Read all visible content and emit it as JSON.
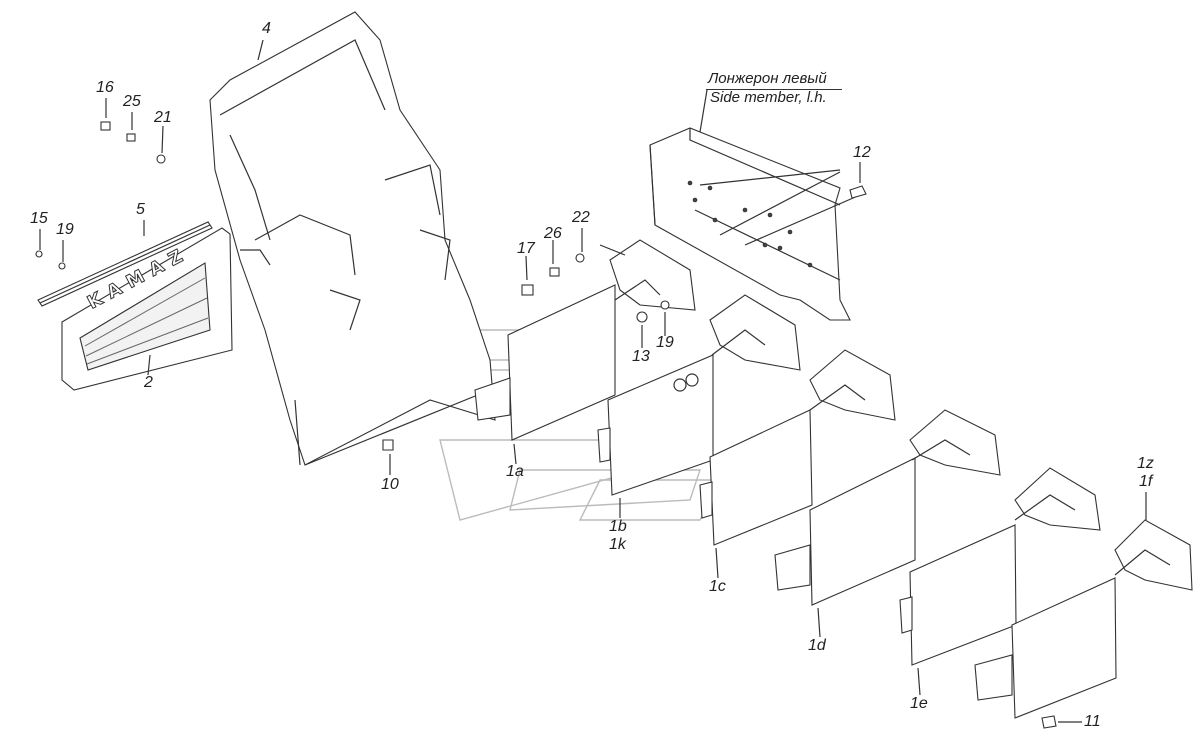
{
  "note": {
    "ru": "Лонжерон левый",
    "en": "Side member, l.h."
  },
  "labels": {
    "p4": "4",
    "p16": "16",
    "p25": "25",
    "p21": "21",
    "p15": "15",
    "p19a": "19",
    "p5": "5",
    "p2": "2",
    "p12": "12",
    "p22": "22",
    "p26": "26",
    "p17": "17",
    "p13": "13",
    "p19b": "19",
    "p10": "10",
    "p1a": "1a",
    "p1b": "1b",
    "p1k": "1k",
    "p1c": "1c",
    "p1d": "1d",
    "p1e": "1e",
    "p1z": "1z",
    "p1f": "1f",
    "p11": "11"
  },
  "mudflap_logo": "KAMAZ"
}
